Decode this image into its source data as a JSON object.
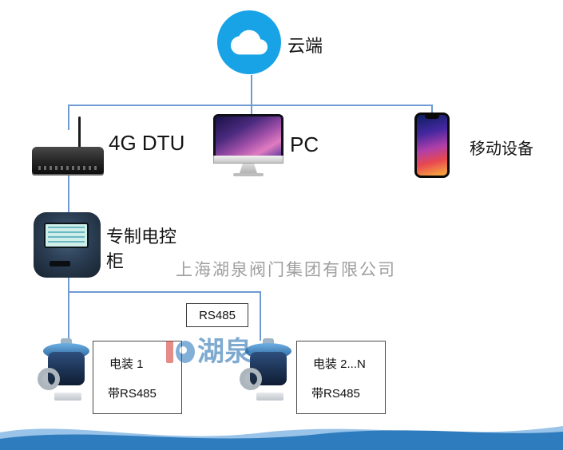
{
  "diagram": {
    "cloud": {
      "label": "云端"
    },
    "dtu": {
      "label": "4G DTU"
    },
    "pc": {
      "label": "PC"
    },
    "mobile": {
      "label": "移动设备"
    },
    "cabinet": {
      "label": "专制电控柜"
    },
    "bus": {
      "label": "RS485"
    },
    "actuator1": {
      "title": "电装 1",
      "subtitle": "带RS485"
    },
    "actuator2": {
      "title": "电装 2...N",
      "subtitle": "带RS485"
    }
  },
  "watermark": {
    "company": "上海湖泉阀门集团有限公司",
    "logo": "湖泉"
  },
  "colors": {
    "cloud": "#17a3e6",
    "connector": "#6f9bd2",
    "wave": "#2e7cbe"
  }
}
